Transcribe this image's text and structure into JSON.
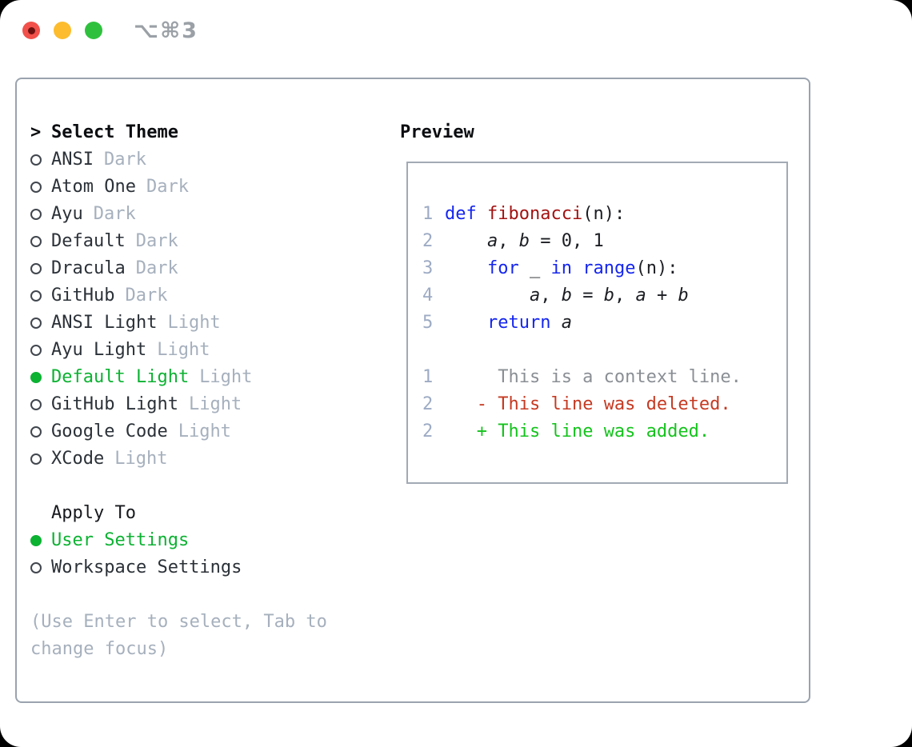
{
  "window": {
    "title": "⌥⌘3"
  },
  "colors": {
    "accent_green": "#0cb232",
    "keyword_blue": "#1526ee",
    "function_red": "#a31212",
    "deleted_red": "#c63a22",
    "added_green": "#15c31d",
    "context_gray": "#8a8f95",
    "muted_gray": "#a6b0bd",
    "line_number": "#9dabc4",
    "panel_border": "#9aa3ae",
    "text": "#1b1d22",
    "traffic_red": "#f2504a",
    "traffic_yellow": "#fcbc2d",
    "traffic_green": "#2fc13e"
  },
  "theme_picker": {
    "prompt": ">",
    "heading": "Select Theme",
    "items": [
      {
        "name": "ANSI",
        "variant": "Dark",
        "selected": false
      },
      {
        "name": "Atom One",
        "variant": "Dark",
        "selected": false
      },
      {
        "name": "Ayu",
        "variant": "Dark",
        "selected": false
      },
      {
        "name": "Default",
        "variant": "Dark",
        "selected": false
      },
      {
        "name": "Dracula",
        "variant": "Dark",
        "selected": false
      },
      {
        "name": "GitHub",
        "variant": "Dark",
        "selected": false
      },
      {
        "name": "ANSI Light",
        "variant": "Light",
        "selected": false
      },
      {
        "name": "Ayu Light",
        "variant": "Light",
        "selected": false
      },
      {
        "name": "Default Light",
        "variant": "Light",
        "selected": true
      },
      {
        "name": "GitHub Light",
        "variant": "Light",
        "selected": false
      },
      {
        "name": "Google Code",
        "variant": "Light",
        "selected": false
      },
      {
        "name": "XCode",
        "variant": "Light",
        "selected": false
      }
    ]
  },
  "apply_to": {
    "heading": "Apply To",
    "options": [
      {
        "label": "User Settings",
        "selected": true
      },
      {
        "label": "Workspace Settings",
        "selected": false
      }
    ]
  },
  "hint": {
    "lines": [
      "(Use Enter to select, Tab to",
      "change focus)"
    ]
  },
  "preview": {
    "heading": "Preview",
    "lines": [
      {
        "num": "1",
        "segments": [
          {
            "text": "def ",
            "cls": "kw"
          },
          {
            "text": "fibonacci",
            "cls": "fn"
          },
          {
            "text": "(n):",
            "cls": "pl"
          }
        ]
      },
      {
        "num": "2",
        "segments": [
          {
            "text": "    ",
            "cls": "pl"
          },
          {
            "text": "a",
            "cls": "var"
          },
          {
            "text": ", ",
            "cls": "pl"
          },
          {
            "text": "b",
            "cls": "var"
          },
          {
            "text": " = 0, 1",
            "cls": "pl"
          }
        ]
      },
      {
        "num": "3",
        "segments": [
          {
            "text": "    ",
            "cls": "pl"
          },
          {
            "text": "for",
            "cls": "kw"
          },
          {
            "text": " _ ",
            "cls": "pl"
          },
          {
            "text": "in",
            "cls": "kw"
          },
          {
            "text": " ",
            "cls": "pl"
          },
          {
            "text": "range",
            "cls": "kw"
          },
          {
            "text": "(n):",
            "cls": "pl"
          }
        ]
      },
      {
        "num": "4",
        "segments": [
          {
            "text": "        ",
            "cls": "pl"
          },
          {
            "text": "a",
            "cls": "var"
          },
          {
            "text": ", ",
            "cls": "pl"
          },
          {
            "text": "b",
            "cls": "var"
          },
          {
            "text": " = ",
            "cls": "pl"
          },
          {
            "text": "b",
            "cls": "var"
          },
          {
            "text": ", ",
            "cls": "pl"
          },
          {
            "text": "a",
            "cls": "var"
          },
          {
            "text": " + ",
            "cls": "pl"
          },
          {
            "text": "b",
            "cls": "var"
          }
        ]
      },
      {
        "num": "5",
        "segments": [
          {
            "text": "    ",
            "cls": "pl"
          },
          {
            "text": "return",
            "cls": "kw"
          },
          {
            "text": " ",
            "cls": "pl"
          },
          {
            "text": "a",
            "cls": "var"
          }
        ]
      },
      {
        "num": "",
        "segments": []
      },
      {
        "num": "1",
        "segments": [
          {
            "text": "     This is a context line.",
            "cls": "ctx"
          }
        ]
      },
      {
        "num": "2",
        "segments": [
          {
            "text": "   ",
            "cls": "pl"
          },
          {
            "text": "- This line was deleted.",
            "cls": "del"
          }
        ]
      },
      {
        "num": "2",
        "segments": [
          {
            "text": "   ",
            "cls": "pl"
          },
          {
            "text": "+ This line was added.",
            "cls": "add"
          }
        ]
      }
    ]
  }
}
